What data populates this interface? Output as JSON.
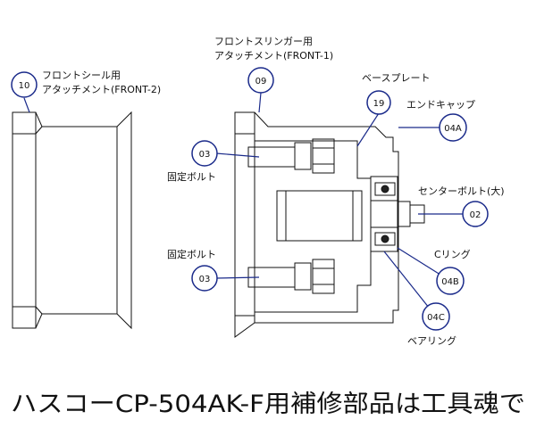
{
  "labels": {
    "front2_line1": "フロントシール用",
    "front2_line2": "アタッチメント(FRONT-2)",
    "front1_line1": "フロントスリンガー用",
    "front1_line2": "アタッチメント(FRONT-1)",
    "base_plate": "ベースプレート",
    "end_cap": "エンドキャップ",
    "fixing_bolt_top": "固定ボルト",
    "fixing_bolt_bottom": "固定ボルト",
    "center_bolt": "センターボルト(大)",
    "c_ring": "Cリング",
    "bearing": "ベアリング"
  },
  "callouts": {
    "n10": "10",
    "n09": "09",
    "n19": "19",
    "n04a": "04A",
    "n03_top": "03",
    "n03_bottom": "03",
    "n02": "02",
    "n04b": "04B",
    "n04c": "04C"
  },
  "footer": "ハスコーCP-504AK-F用補修部品は工具魂で",
  "colors": {
    "line": "#111111",
    "callout_stroke": "#1a2a8a",
    "callout_fill": "#ffffff",
    "leader": "#1a2a8a"
  }
}
